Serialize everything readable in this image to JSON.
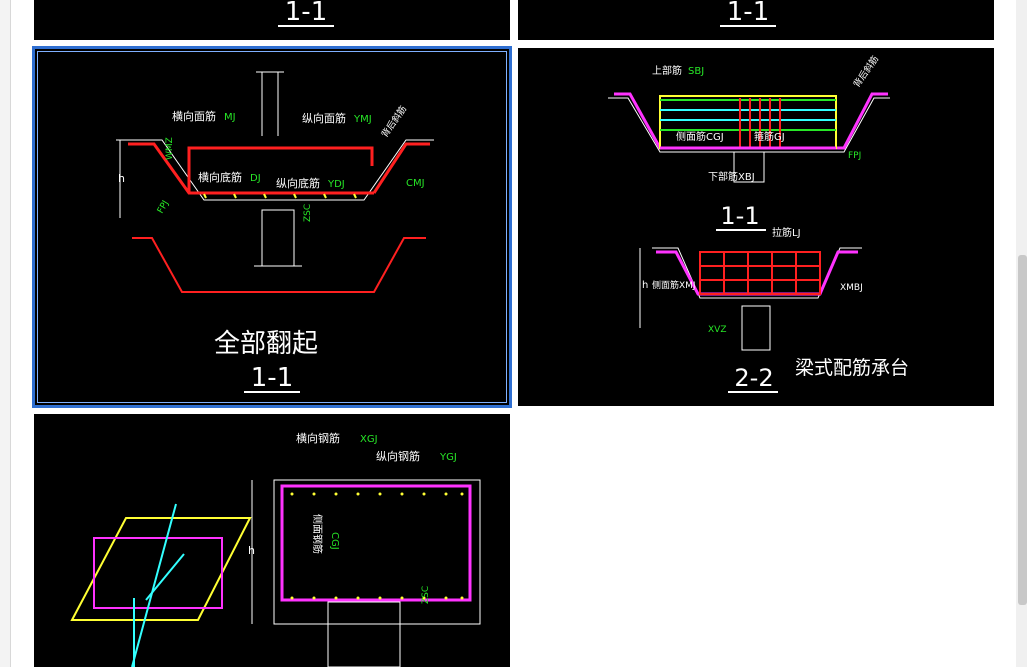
{
  "gallery": {
    "tiles": [
      {
        "id": "top-left",
        "section": "1-1"
      },
      {
        "id": "top-right",
        "section": "1-1"
      },
      {
        "id": "full-flip",
        "caption": "全部翻起",
        "section": "1-1",
        "labels": {
          "hmj": "横向面筋",
          "hmj_code": "MJ",
          "zmj": "纵向面筋",
          "zmj_code": "YMJ",
          "hdj": "横向底筋",
          "hdj_code": "DJ",
          "zdj": "纵向底筋",
          "zdj_code": "YDJ",
          "cmj": "CMJ",
          "fpj": "FPJ",
          "wmz": "WMZ",
          "h": "h",
          "zsc": "ZSC",
          "top_note": "背后斜筋"
        }
      },
      {
        "id": "beam-type",
        "caption": "梁式配筋承台",
        "section_a": "1-1",
        "section_b": "2-2",
        "labels": {
          "sbj": "上部筋",
          "sbj_code": "SBJ",
          "cgj": "侧面筋CGJ",
          "gj": "箍筋GJ",
          "xbj": "下部筋XBJ",
          "fpj": "FPJ",
          "lj": "拉筋LJ",
          "xmj": "侧面筋XMJ",
          "xmj2": "XMBJ",
          "xvz": "XVZ",
          "h": "h",
          "note": "背后斜筋"
        }
      },
      {
        "id": "square",
        "labels": {
          "xgj": "横向钢筋",
          "xgj_code": "XGJ",
          "ygj": "纵向钢筋",
          "ygj_code": "YGJ",
          "cmgj": "侧面钢筋",
          "cgj": "CGJ",
          "h": "h",
          "zsc": "ZSC"
        }
      }
    ]
  },
  "colors": {
    "rebar_red": "#ff2020",
    "magenta": "#ff33ff",
    "green": "#27e727",
    "yellow": "#ffff33",
    "cyan": "#33ffff",
    "selection": "#2f6fd1"
  }
}
